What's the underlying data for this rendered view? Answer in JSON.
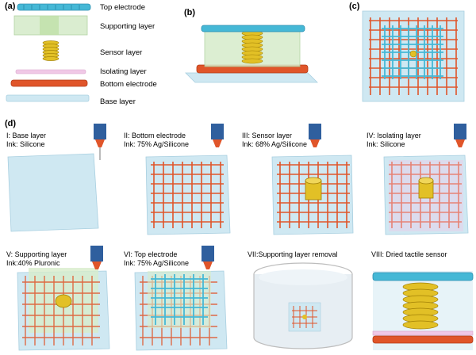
{
  "panels": {
    "a": "(a)",
    "b": "(b)",
    "c": "(c)",
    "d": "(d)"
  },
  "layers": [
    "Top electrode",
    "Supporting layer",
    "Sensor layer",
    "Isolating layer",
    "Bottom electrode",
    "Base layer"
  ],
  "steps": [
    {
      "title": "I: Base layer",
      "ink": "Ink: Silicone"
    },
    {
      "title": "II: Bottom electrode",
      "ink": "Ink: 75% Ag/Silicone"
    },
    {
      "title": "III: Sensor layer",
      "ink": "Ink: 68% Ag/Silicone"
    },
    {
      "title": "IV: Isolating layer",
      "ink": "Ink: Silicone"
    },
    {
      "title": "V: Supporting layer",
      "ink": "Ink:40% Pluronic"
    },
    {
      "title": "VI: Top electrode",
      "ink": "Ink: 75% Ag/Silicone"
    },
    {
      "title": "VII:Supporting layer removal",
      "ink": ""
    },
    {
      "title": "VIII: Dried tactile sensor",
      "ink": ""
    }
  ],
  "colors": {
    "base": "#cfe8f2",
    "bottom_electrode": "#e0552a",
    "top_electrode": "#45b8d6",
    "supporting": "#cfeac0",
    "coil": "#d8b21c",
    "isolating": "#f0c8e6",
    "nozzle": "#2f5f9e",
    "nozzle_tip": "#e0552a"
  }
}
